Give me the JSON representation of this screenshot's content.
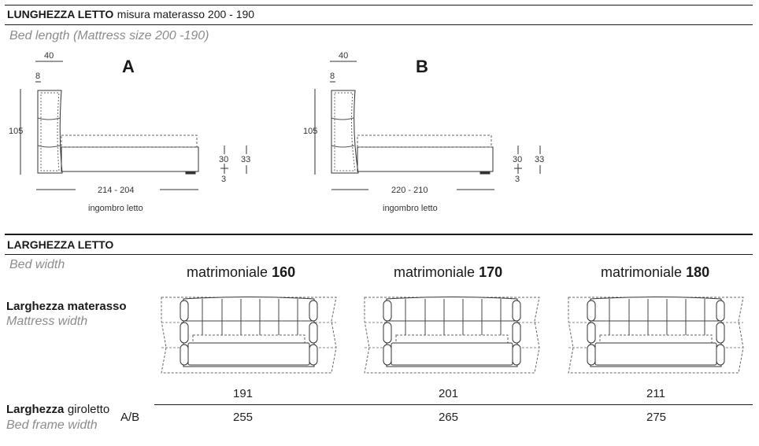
{
  "length_section": {
    "title_bold": "LUNGHEZZA LETTO",
    "title_rest": "misura materasso 200 - 190",
    "subtitle": "Bed length (Mattress size 200 -190)"
  },
  "side_views": [
    {
      "letter": "A",
      "depth": "40",
      "thickness": "8",
      "height": "105",
      "frame_low": "30",
      "frame_high": "33",
      "feet": "3",
      "overall": "214 - 204",
      "overall_label": "ingombro letto"
    },
    {
      "letter": "B",
      "depth": "40",
      "thickness": "8",
      "height": "105",
      "frame_low": "30",
      "frame_high": "33",
      "feet": "3",
      "overall": "220 - 210",
      "overall_label": "ingombro letto"
    }
  ],
  "width_section": {
    "title_bold": "LARGHEZZA LETTO",
    "subtitle": "Bed width",
    "mattress_label_bold": "Larghezza materasso",
    "mattress_label_sub": "Mattress width",
    "frame_label_bold": "Larghezza",
    "frame_label_rest": "giroletto",
    "frame_label_suffix": "A/B",
    "frame_label_sub": "Bed frame width"
  },
  "width_variants": [
    {
      "name": "matrimoniale",
      "size": "160",
      "mattress_width": "191",
      "frame_width": "255"
    },
    {
      "name": "matrimoniale",
      "size": "170",
      "mattress_width": "201",
      "frame_width": "265"
    },
    {
      "name": "matrimoniale",
      "size": "180",
      "mattress_width": "211",
      "frame_width": "275"
    }
  ]
}
